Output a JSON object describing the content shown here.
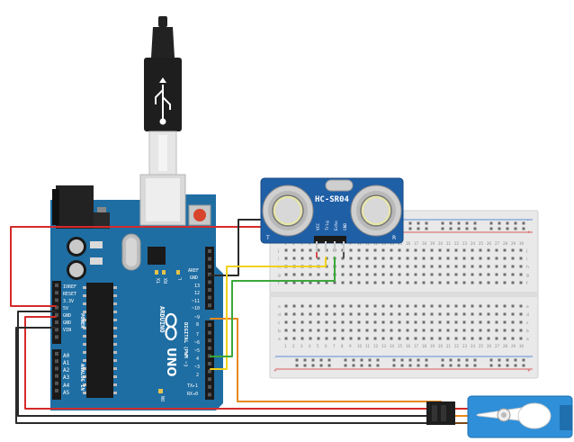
{
  "arduino": {
    "brand_text": "ARDUINO",
    "model_text": "UNO",
    "labels": {
      "aref": "AREF",
      "gnd": "GND",
      "d13": "13",
      "d12": "12",
      "d11": "~11",
      "d10": "~10",
      "d9": "~9",
      "d8": "8",
      "d7": "7",
      "d6": "~6",
      "d5": "~5",
      "d4": "4",
      "d3": "~3",
      "d2": "2",
      "tx1": "TX▸1",
      "rx0": "RX◂0",
      "digital_group": "DIGITAL (PWM ~)",
      "ioref": "IOREF",
      "reset": "RESET",
      "v33": "3.3V",
      "v5": "5V",
      "gnd1": "GND",
      "gnd2": "GND",
      "vin": "VIN",
      "power_group": "POWER",
      "a0": "A0",
      "a1": "A1",
      "a2": "A2",
      "a3": "A3",
      "a4": "A4",
      "a5": "A5",
      "analog_group": "ANALOG IN",
      "led_tx": "TX",
      "led_rx": "RX",
      "led_l": "L",
      "led_on": "ON"
    }
  },
  "sensor": {
    "model": "HC-SR04",
    "pins": [
      "VCC",
      "Trig",
      "Echo",
      "GND"
    ],
    "left_mark": "T",
    "right_mark": "R"
  },
  "breadboard": {
    "columns": [
      "1",
      "2",
      "3",
      "4",
      "5",
      "6",
      "7",
      "8",
      "9",
      "10",
      "11",
      "12",
      "13",
      "14",
      "15",
      "16",
      "17",
      "18",
      "19",
      "20",
      "21",
      "22",
      "23",
      "24",
      "25",
      "26",
      "27",
      "28",
      "29",
      "30"
    ],
    "rows_top": [
      "j",
      "i",
      "h",
      "g",
      "f"
    ],
    "rows_bottom": [
      "e",
      "d",
      "c",
      "b",
      "a"
    ],
    "plus": "+",
    "minus": "-"
  },
  "colors": {
    "board": "#1f6ea3",
    "board_dark": "#17587f",
    "wire_red": "#d42a2a",
    "wire_black": "#2a2a2a",
    "wire_yellow": "#f2d11c",
    "wire_green": "#3aa83a",
    "wire_orange": "#e8881c",
    "servo_blue": "#2f8fd8"
  }
}
